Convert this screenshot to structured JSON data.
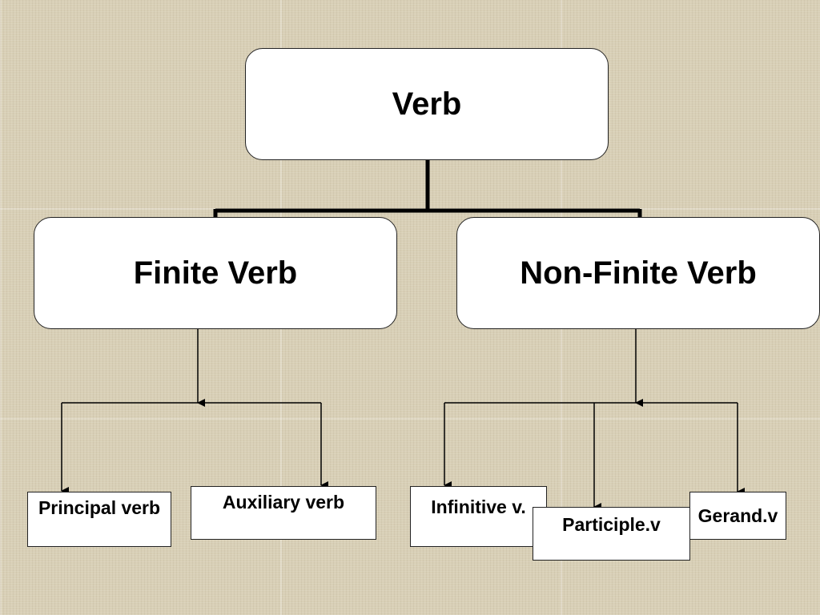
{
  "diagram": {
    "root": {
      "label": "Verb"
    },
    "branches": [
      {
        "label": "Finite Verb",
        "children": [
          {
            "label": "Principal verb"
          },
          {
            "label": "Auxiliary verb"
          }
        ]
      },
      {
        "label": "Non-Finite Verb",
        "children": [
          {
            "label": "Infinitive v."
          },
          {
            "label": "Participle.v"
          },
          {
            "label": "Gerand.v"
          }
        ]
      }
    ]
  }
}
